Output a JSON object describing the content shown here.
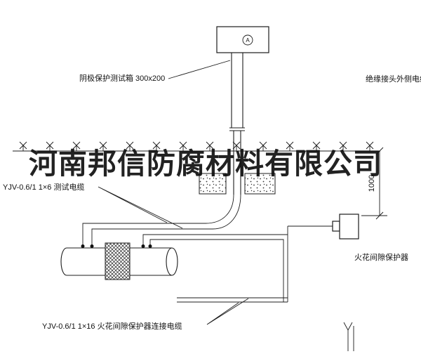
{
  "watermark": {
    "text": "河南邦信防腐材料有限公司"
  },
  "labels": {
    "test_box": "阴极保护测试箱 300x200",
    "insulated_joint_cable": "绝缘接头外侧电缆",
    "test_cable": "YJV-0.6/1 1×6 测试电缆",
    "spark_gap_protector": "火花间隙保护器",
    "connection_cable": "YJV-0.6/1 1×16 火花间隙保护器连接电缆",
    "dimension": "1000",
    "meter_symbol": "A"
  },
  "colors": {
    "line": "#1c1c1c",
    "background": "#ffffff",
    "watermark": "#101010"
  }
}
